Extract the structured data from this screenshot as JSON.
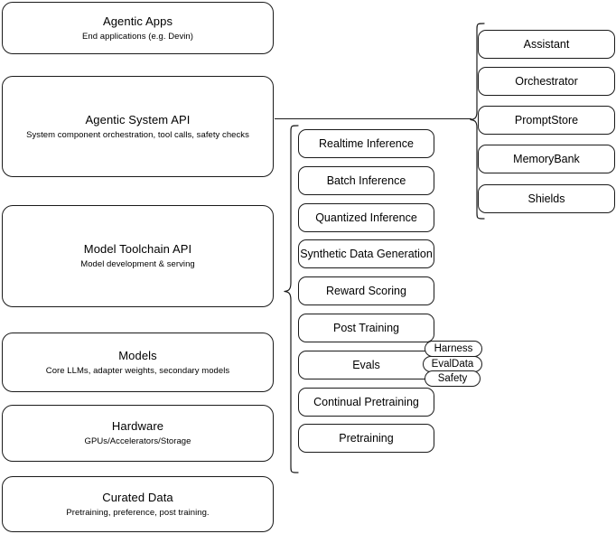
{
  "diagram": {
    "title": "AI Stack Layer Diagram",
    "line_color": "#1a1a1a",
    "background": "#ffffff"
  },
  "layers": [
    {
      "name": "agentic-apps",
      "title": "Agentic Apps",
      "subtitle": "End applications (e.g. Devin)"
    },
    {
      "name": "agentic-system-api",
      "title": "Agentic System API",
      "subtitle": "System component orchestration, tool calls, safety checks"
    },
    {
      "name": "model-toolchain-api",
      "title": "Model Toolchain API",
      "subtitle": "Model development & serving"
    },
    {
      "name": "models",
      "title": "Models",
      "subtitle": "Core LLMs, adapter weights, secondary models"
    },
    {
      "name": "hardware",
      "title": "Hardware",
      "subtitle": "GPUs/Accelerators/Storage"
    },
    {
      "name": "curated-data",
      "title": "Curated Data",
      "subtitle": "Pretraining, preference, post training."
    }
  ],
  "toolchain_components": [
    {
      "label": "Realtime Inference"
    },
    {
      "label": "Batch Inference"
    },
    {
      "label": "Quantized Inference"
    },
    {
      "label": "Synthetic Data Generation"
    },
    {
      "label": "Reward Scoring"
    },
    {
      "label": "Post Training"
    },
    {
      "label": "Evals"
    },
    {
      "label": "Continual Pretraining"
    },
    {
      "label": "Pretraining"
    }
  ],
  "system_components": [
    {
      "label": "Assistant"
    },
    {
      "label": "Orchestrator"
    },
    {
      "label": "PromptStore"
    },
    {
      "label": "MemoryBank"
    },
    {
      "label": "Shields"
    }
  ],
  "evals_subcomponents": [
    {
      "label": "Harness"
    },
    {
      "label": "EvalData"
    },
    {
      "label": "Safety"
    }
  ]
}
